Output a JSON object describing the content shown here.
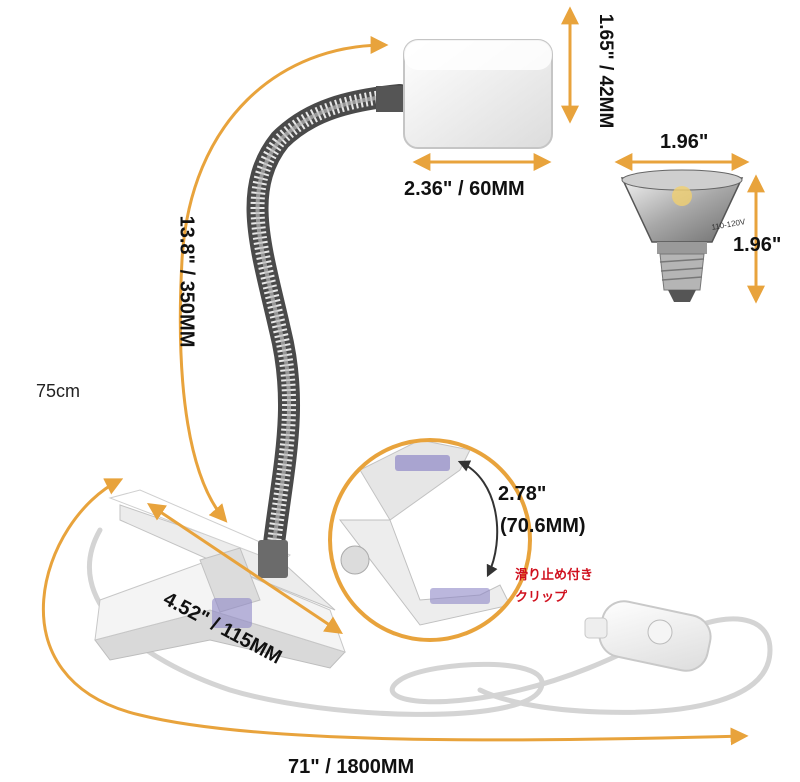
{
  "labels": {
    "head_height": "1.65\" / 42MM",
    "head_width": "2.36\" / 60MM",
    "bulb_width": "1.96\"",
    "bulb_height": "1.96\"",
    "neck_length": "13.8\" / 350MM",
    "side_note": "75cm",
    "clip_opening_in": "2.78\"",
    "clip_opening_mm": "(70.6MM)",
    "clip_length": "4.52\" / 115MM",
    "cord_length": "71\" / 1800MM",
    "jp_line1": "滑り止め付き",
    "jp_line2": "クリップ",
    "bulb_marking": "110-120V"
  },
  "colors": {
    "arrow": "#e8a33c",
    "text": "#111111",
    "jp_text": "#d0101e"
  }
}
